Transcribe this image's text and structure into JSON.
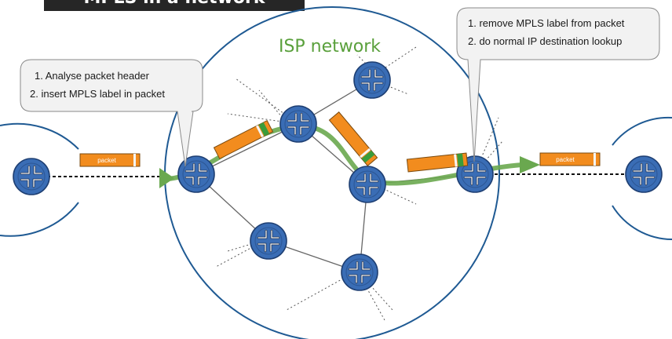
{
  "title": "MPLS in a network",
  "network_label": "ISP network",
  "ingress_callout": {
    "step1": "1. Analyse packet header",
    "step2": "2. insert MPLS label in packet"
  },
  "egress_callout": {
    "step1": "1. remove MPLS label from packet",
    "step2": "2. do normal IP destination lookup"
  },
  "packet_label": "packet",
  "colors": {
    "network_boundary": "#1f5a93",
    "router_fill": "#3a6db5",
    "path_arrow": "#6aa84f",
    "packet_fill": "#f28c1e",
    "mpls_label": "#3a9c3a"
  }
}
